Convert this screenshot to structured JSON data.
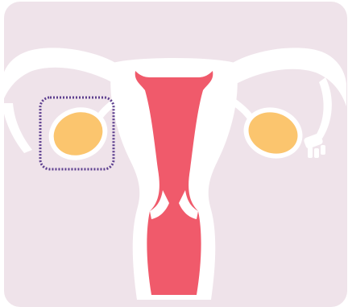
{
  "colors": {
    "background_panel": "#efe3ea",
    "uterus_outline": "#ffffff",
    "uterine_cavity": "#f05a6b",
    "ovary": "#fbc56e",
    "highlight_box": "#5d3f8f"
  },
  "diagram": {
    "structures": [
      "uterus",
      "uterine-cavity",
      "cervix",
      "left-fallopian-tube",
      "right-fallopian-tube",
      "left-ovary",
      "right-ovary"
    ],
    "highlighted_structure": "left-ovary",
    "highlight_style": "dotted-rounded-box"
  }
}
